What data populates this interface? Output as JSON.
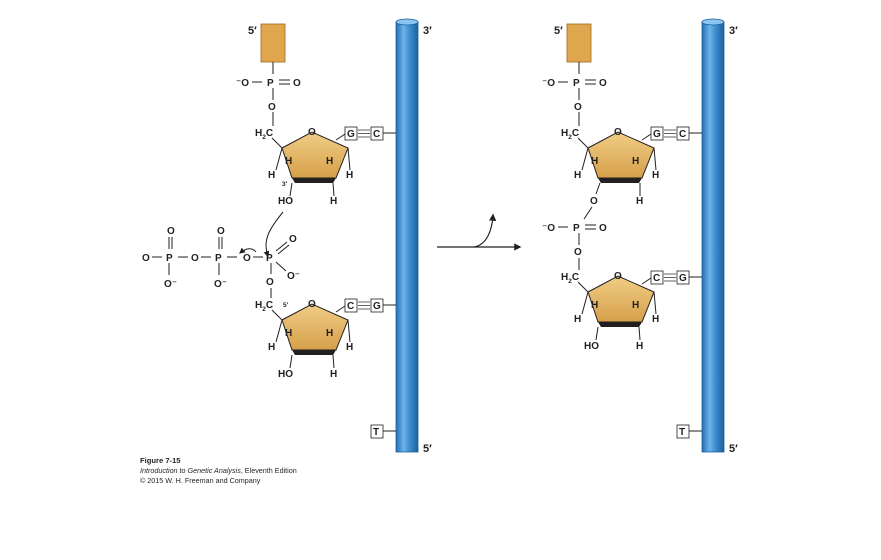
{
  "ends": {
    "five": "5′",
    "three": "3′"
  },
  "atoms": {
    "neg_o": "⁻O",
    "p": "P",
    "o": "O",
    "o_neg": "O⁻",
    "h": "H",
    "h2": "H",
    "c": "C",
    "ho": "HO",
    "c5": "5′",
    "c3": "3′",
    "o_eq": "O",
    "dash": "–"
  },
  "bases": {
    "top": {
      "left": "G",
      "right": "C"
    },
    "mid": {
      "left": "C",
      "right": "G"
    },
    "bottom": "T"
  },
  "colors": {
    "strand": "#3f8fd0",
    "sugar": "#e0b060",
    "sugar_dark": "#c9923a",
    "phosphate_block": "#e0a64d",
    "ink": "#231f20"
  },
  "caption": {
    "figure": "Figure 7-15",
    "book": "Introduction to Genetic Analysis",
    "edition": ", Eleventh Edition",
    "copyright": "© 2015 W. H. Freeman and Company"
  }
}
